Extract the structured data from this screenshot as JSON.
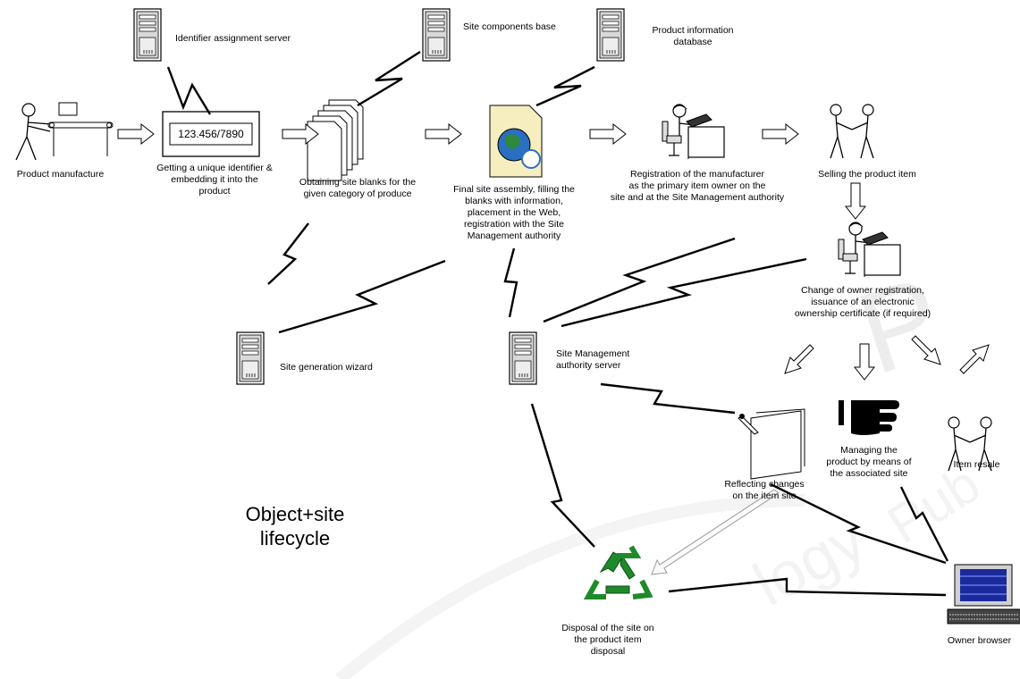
{
  "nodes": {
    "product_manufacture": "Product manufacture",
    "unique_identifier": "Getting a unique identifier &\nembedding it into the\nproduct",
    "identifier_value": "123.456/7890",
    "identifier_server": "Identifier assignment server",
    "site_blanks": "Obtaining site blanks for the\ngiven category of produce",
    "site_components_base": "Site components base",
    "product_info_db": "Product information\ndatabase",
    "final_assembly": "Final site assembly, filling the\nblanks with information,\nplacement in the Web,\nregistration with the Site\nManagement authority",
    "registration_manufacturer": "Registration of the manufacturer\nas the primary item owner on the\nsite and at the Site Management authority",
    "selling_item": "Selling the product item",
    "change_owner": "Change of owner registration,\nissuance of an electronic\nownership certificate (if required)",
    "site_generation_wizard": "Site generation wizard",
    "site_management_server": "Site Management\nauthority server",
    "reflecting_changes": "Reflecting changes\non the item site",
    "managing_product": "Managing the\nproduct by means of\nthe associated site",
    "item_resale": "Item resale",
    "disposal": "Disposal of the site on\nthe product item\ndisposal",
    "owner_browser": "Owner browser"
  },
  "title": "Object+site\nlifecycle",
  "colors": {
    "line": "#000000",
    "recycle_green": "#1f8a2a",
    "certificate_paper": "#f7eec0",
    "monitor_blue": "#1a2a9c",
    "watermark": "#e9e9e9"
  }
}
